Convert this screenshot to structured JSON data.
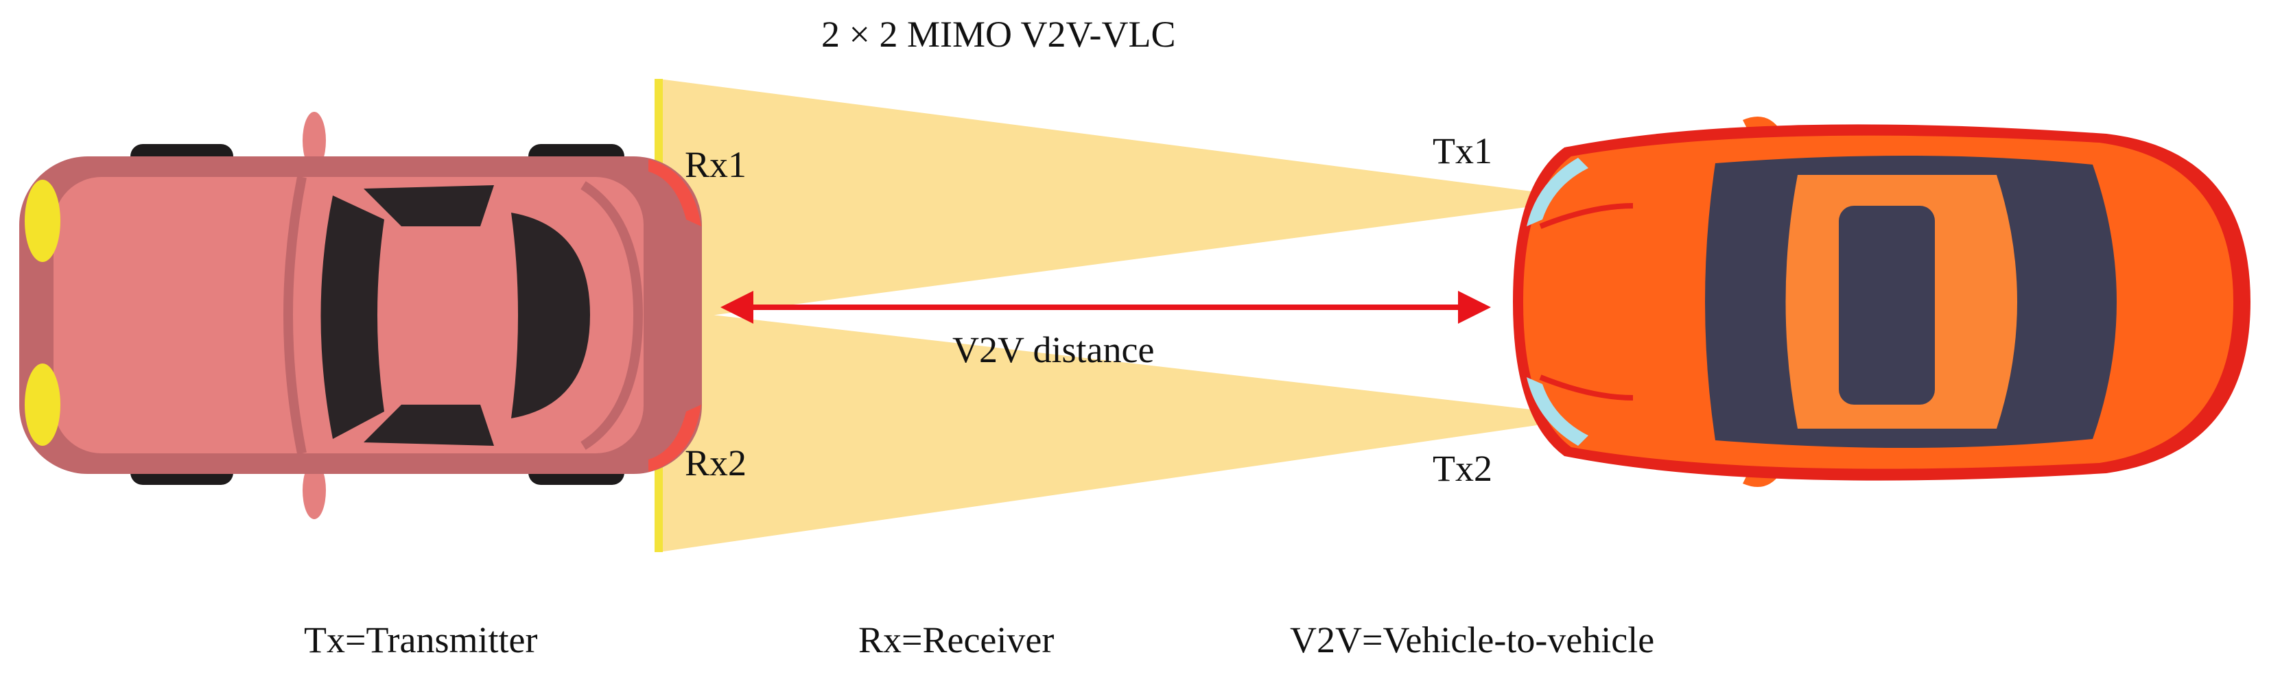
{
  "diagram": {
    "title": "2 × 2 MIMO V2V-VLC",
    "receivers": {
      "rx1": "Rx1",
      "rx2": "Rx2"
    },
    "transmitters": {
      "tx1": "Tx1",
      "tx2": "Tx2"
    },
    "distance_label": "V2V distance",
    "legend": {
      "tx": "Tx=Transmitter",
      "rx": "Rx=Receiver",
      "v2v": "V2V=Vehicle-to-vehicle"
    }
  },
  "colors": {
    "beam": "#FCE096",
    "receiver_strip": "#F3E33A",
    "arrow": "#E8141B",
    "left_car_body": "#E5807F",
    "left_car_outline": "#C0676A",
    "left_car_window": "#2A2426",
    "left_car_headlight": "#F4E32A",
    "left_car_taillight": "#F25046",
    "right_car_body": "#FF6319",
    "right_car_trim": "#E5231A",
    "right_car_roof": "#FB8535",
    "right_car_glass": "#3E3E55",
    "right_car_headlight": "#A9E0EC"
  }
}
